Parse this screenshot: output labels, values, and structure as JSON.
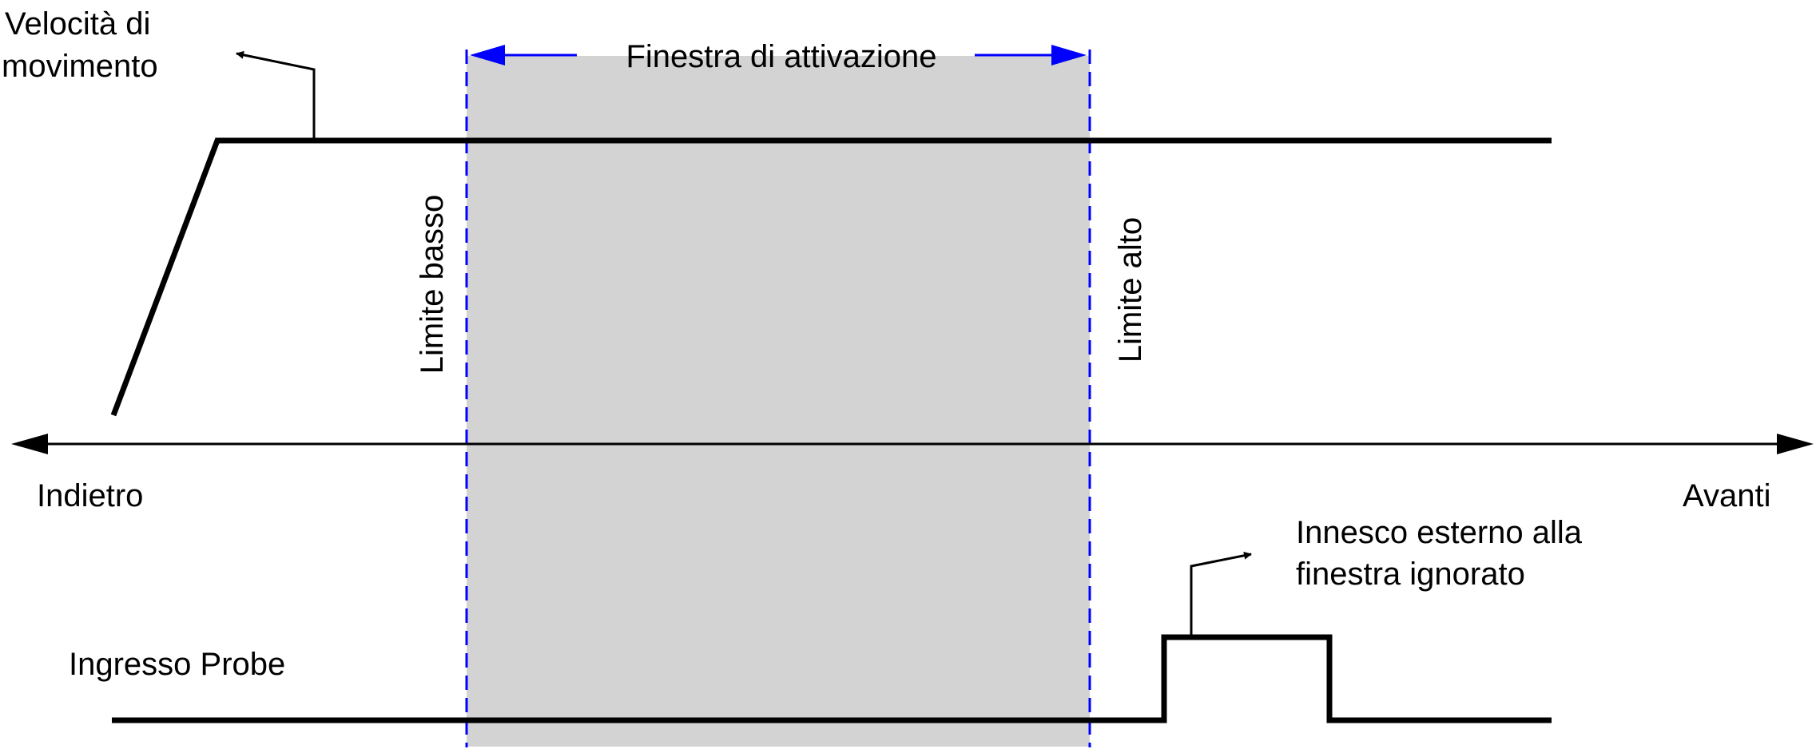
{
  "labels": {
    "speed_line1": "Velocità di",
    "speed_line2": "movimento",
    "window": "Finestra di attivazione",
    "lower_limit": "Limite basso",
    "upper_limit": "Limite alto",
    "backward": "Indietro",
    "forward": "Avanti",
    "trigger_line1": "Innesco esterno alla",
    "trigger_line2": "finestra ignorato",
    "probe_input": "Ingresso Probe"
  },
  "colors": {
    "window_fill": "#d3d3d3",
    "limit_lines": "#0000ff",
    "signal_lines": "#000000"
  }
}
